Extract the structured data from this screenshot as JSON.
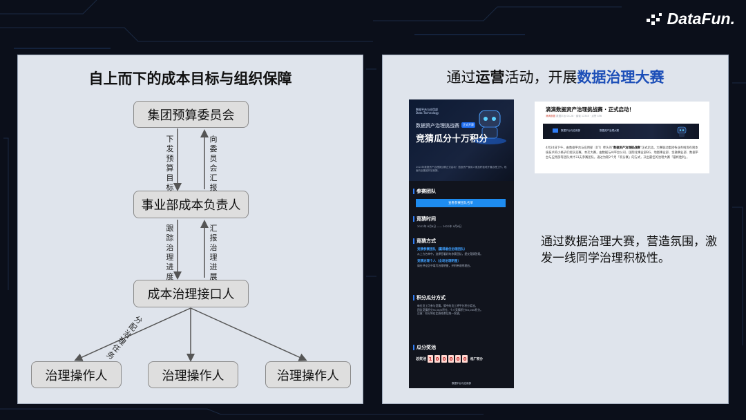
{
  "brand": {
    "logo_text": "DataFun."
  },
  "left_panel": {
    "title": "自上而下的成本目标与组织保障",
    "nodes": {
      "top": "集团预算委员会",
      "middle": "事业部成本负责人",
      "interface": "成本治理接口人",
      "operator_1": "治理操作人",
      "operator_2": "治理操作人",
      "operator_3": "治理操作人"
    },
    "edge_labels": {
      "down_budget": "下发预算目标",
      "up_report": "向委员会汇报",
      "track_progress": "跟踪治理进度",
      "report_progress": "汇报治理进展",
      "assign_tasks": "分配治理任务"
    }
  },
  "right_panel": {
    "title_prefix": "通过",
    "title_bold": "运营",
    "title_mid": "活动，开展",
    "title_highlight": "数据治理大赛",
    "poster": {
      "brand": "数据平台与应用部\nData Technology",
      "subtitle": "数据资产治理挑战赛",
      "tag": "正式开赛",
      "headline": "竞猜瓜分十万积分",
      "intro": "2022年数据资产治理挑战赛正式启动！鼓励资产使用人更加积极地开展治理工作，现面向全集团开放竞猜。",
      "sections": [
        {
          "title": "参赛团队",
          "button": "查看参赛团队名单"
        },
        {
          "title": "竞猜时间",
          "lines": [
            "2022年 8月6日 —— 2022年 9月6日"
          ]
        },
        {
          "title": "竞猜方式",
          "lines": [
            "竞猜参赛团队（赢得最佳治理团队）",
            "从上方名单中，选择您看好的参赛团队，提交竞猜答案。",
            "竞猜治理个人（全场治理明星）",
            "请在评论区中填写治理明星，并附带说明理由。"
          ]
        },
        {
          "title": "积分瓜分方式",
          "lines": [
            "每位员工可参与竞猜，猜中的员工将平分积分奖池。",
            "团队竞猜积分50,000积分，个人竞猜积分50,000积分。",
            "注意：积分将在比赛结束后统一发放。"
          ]
        },
        {
          "title": "瓜分奖池"
        }
      ],
      "prize_label": "总奖池",
      "prize_digits": [
        "1",
        "0",
        "0",
        "0",
        "0",
        "0"
      ],
      "prize_unit": "桔厂积分",
      "footer": "数据平台与应用部"
    },
    "article": {
      "title": "滴滴数据资产治理挑战赛 · 正式启动！",
      "meta_author": "滴滴数据",
      "meta_rest": "数据平台 04-28 · 阅读 12345 · 点赞 456",
      "banner_left": "数据平台与应用部",
      "banner_right": "数据资产治理大赛",
      "body_prefix": "4月24日下午，由数据平台与应用部（DT）牵头的“",
      "body_bold": "数据资产治理挑战赛",
      "body_suffix": "”正式启动。大赛联动集团各业务线资有限本核技术的小格子们组队竞赛。本次大赛，由数据与AI平台公司、国际化事业部BG、地图事业部、金融事业部、数据平台与应用部等团队共计33支参赛团队。通过为期2个月「积分赛」的方式，决出最佳的治理大赛「最终胜利」。"
    },
    "description": "通过数据治理大赛，营造氛围，激发一线同学治理积极性。"
  }
}
